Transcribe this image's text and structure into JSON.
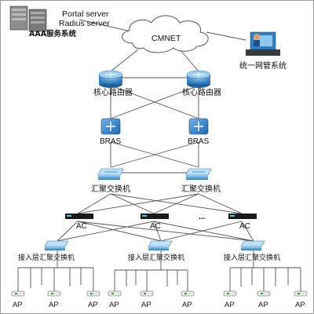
{
  "labels": {
    "portal_server": "Portal server",
    "radius_server": "Radius server",
    "aaa_system": "AAA服务系统",
    "cloud": "CMNET",
    "nms": "统一网管系统",
    "core_router_left": "核心路由器",
    "core_router_right": "核心路由器",
    "bras_left": "BRAS",
    "bras_right": "BRAS",
    "agg_switch_left": "汇聚交换机",
    "agg_switch_right": "汇聚交换机",
    "ac_1": "AC",
    "ac_2": "AC",
    "ac_3": "AC",
    "ellipsis": "...",
    "access_switch_1": "接入层汇聚交换机",
    "access_switch_2": "接入层汇聚交换机",
    "access_switch_3": "接入层汇聚交换机",
    "ap": "AP"
  },
  "colors": {
    "router_blue": "#3f8fd0",
    "device_blue": "#2f7fc6",
    "switch_blue": "#4a9ad6",
    "line": "#555555",
    "ac_body": "#1a1a1a"
  },
  "icons": {
    "servers": "server-rack-icon",
    "cloud": "cloud-icon",
    "nms": "workstation-icon",
    "router": "router-icon",
    "bras": "bras-icon",
    "switch": "switch-icon",
    "ac": "ac-controller-icon",
    "ap": "access-point-icon"
  }
}
